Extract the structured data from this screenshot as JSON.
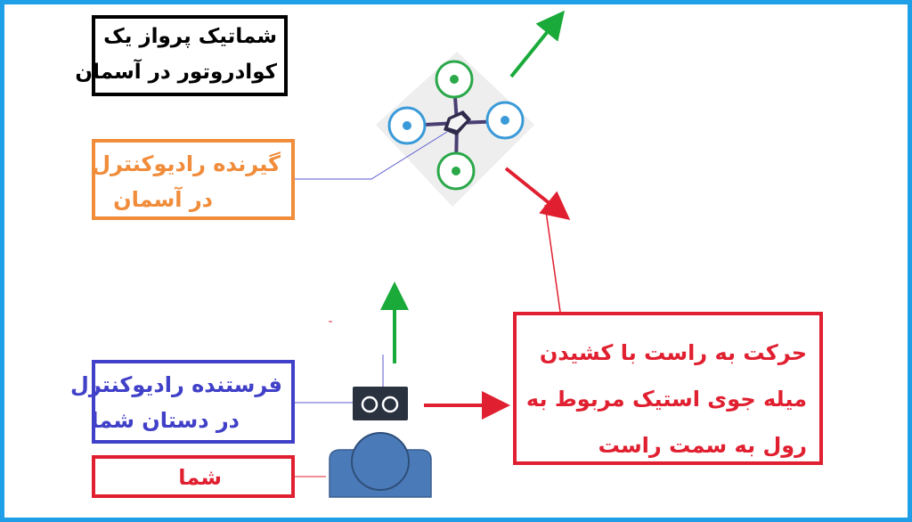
{
  "title": {
    "line1": "شماتیک پرواز یک",
    "line2": "کوادروتور در آسمان"
  },
  "receiver": {
    "line1": "گیرنده رادیوکنترل",
    "line2": "در آسمان"
  },
  "transmitter": {
    "line1": "فرستنده رادیوکنترل",
    "line2": "در دستان شما"
  },
  "you": {
    "label": "شما"
  },
  "action": {
    "line1": "حرکت به راست با کشیدن",
    "line2": "میله جوی استیک مربوط به",
    "line3": "رول به سمت راست"
  },
  "colors": {
    "frame": "#1e9fe8",
    "green_arrow": "#1aaa3a",
    "red_arrow": "#e02030",
    "rotor": "#3a9ad8",
    "rotor_alt": "#2aa84a",
    "controller": "#2a3240",
    "person": "#4a7ab8"
  }
}
